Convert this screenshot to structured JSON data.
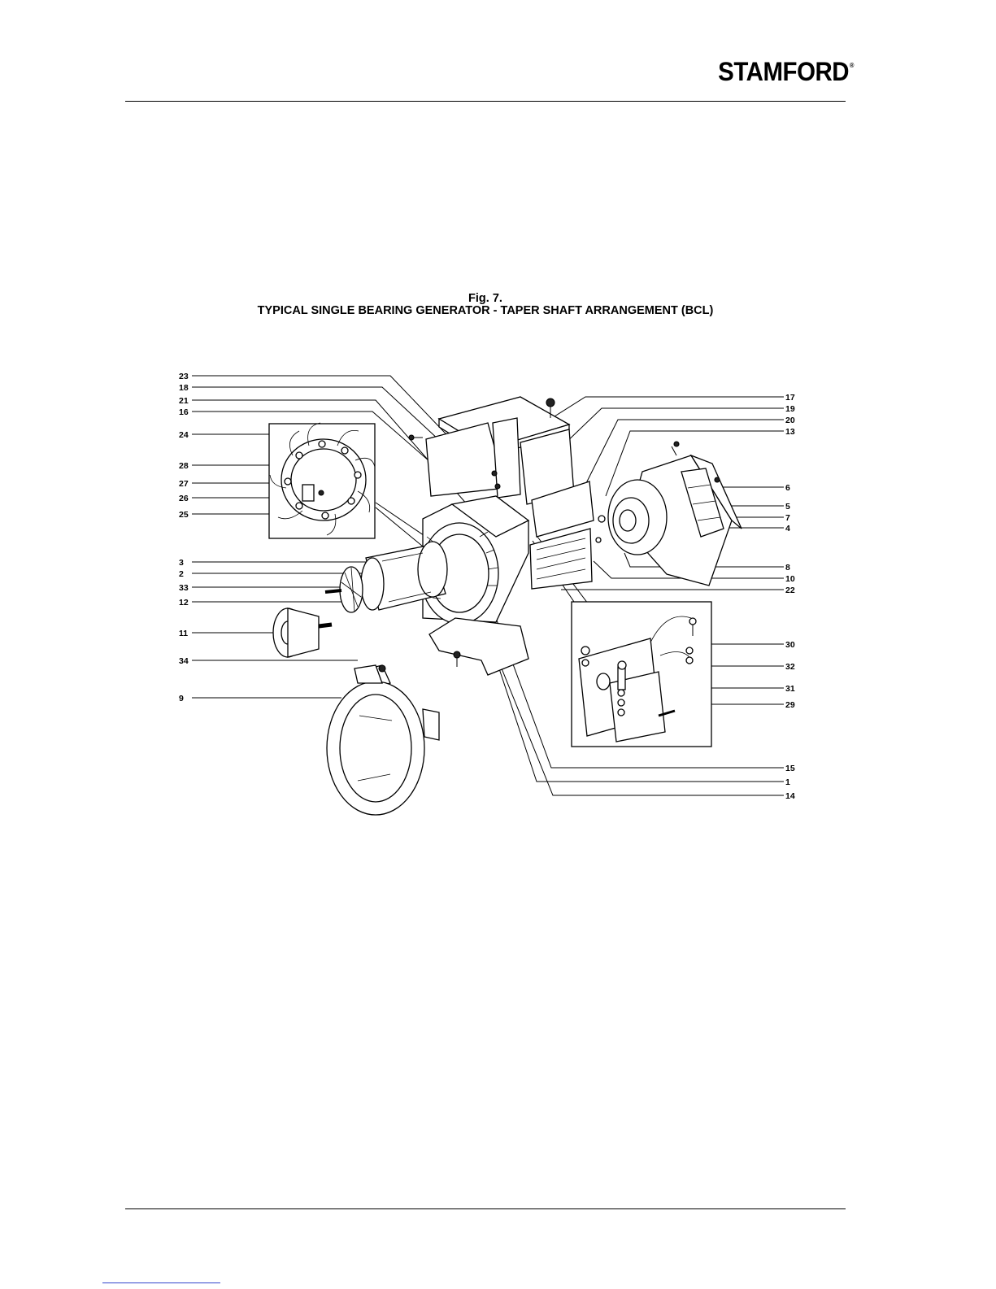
{
  "header": {
    "brand": "STAMFORD",
    "brand_mark": "®"
  },
  "figure": {
    "number": "Fig. 7.",
    "caption": "TYPICAL SINGLE BEARING GENERATOR - TAPER SHAFT ARRANGEMENT (BCL)",
    "left_labels": [
      "23",
      "18",
      "21",
      "16",
      "24",
      "28",
      "27",
      "26",
      "25",
      "3",
      "2",
      "33",
      "12",
      "11",
      "34",
      "9"
    ],
    "right_labels": [
      "17",
      "19",
      "20",
      "13",
      "6",
      "5",
      "7",
      "4",
      "8",
      "10",
      "22",
      "30",
      "32",
      "31",
      "29",
      "15",
      "1",
      "14"
    ]
  }
}
